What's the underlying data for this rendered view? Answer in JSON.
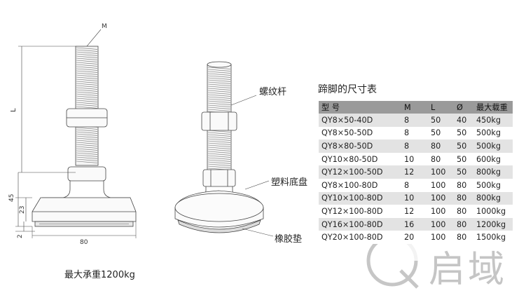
{
  "drawing1": {
    "thread_label": "M",
    "dim_L": "L",
    "dim_45": "45",
    "dim_23": "23",
    "dim_2": "2",
    "dim_80": "80",
    "caption": "最大承重1200kg"
  },
  "drawing2": {
    "label_rod": "螺纹杆",
    "label_base": "塑料底盘",
    "label_pad": "橡胶垫"
  },
  "table": {
    "title": "蹄脚的尺寸表",
    "headers": [
      "型  号",
      "M",
      "L",
      "Ø",
      "最大载重"
    ],
    "rows": [
      [
        "QY8×50-40D",
        "8",
        "50",
        "40",
        "450kg"
      ],
      [
        "QY8×50-50D",
        "8",
        "50",
        "50",
        "500kg"
      ],
      [
        "QY8×80-50D",
        "8",
        "80",
        "50",
        "500kg"
      ],
      [
        "QY10×80-50D",
        "10",
        "80",
        "50",
        "600kg"
      ],
      [
        "QY12×100-50D",
        "12",
        "100",
        "50",
        "800kg"
      ],
      [
        "QY8×100-80D",
        "8",
        "100",
        "80",
        "500kg"
      ],
      [
        "QY10×100-80D",
        "10",
        "100",
        "80",
        "800kg"
      ],
      [
        "QY12×100-80D",
        "12",
        "100",
        "80",
        "1000kg"
      ],
      [
        "QY16×100-80D",
        "16",
        "100",
        "80",
        "1200kg"
      ],
      [
        "QY20×100-80D",
        "20",
        "100",
        "80",
        "1500kg"
      ]
    ]
  },
  "watermark": {
    "text": "启域",
    "color": "#b8b8b8"
  }
}
